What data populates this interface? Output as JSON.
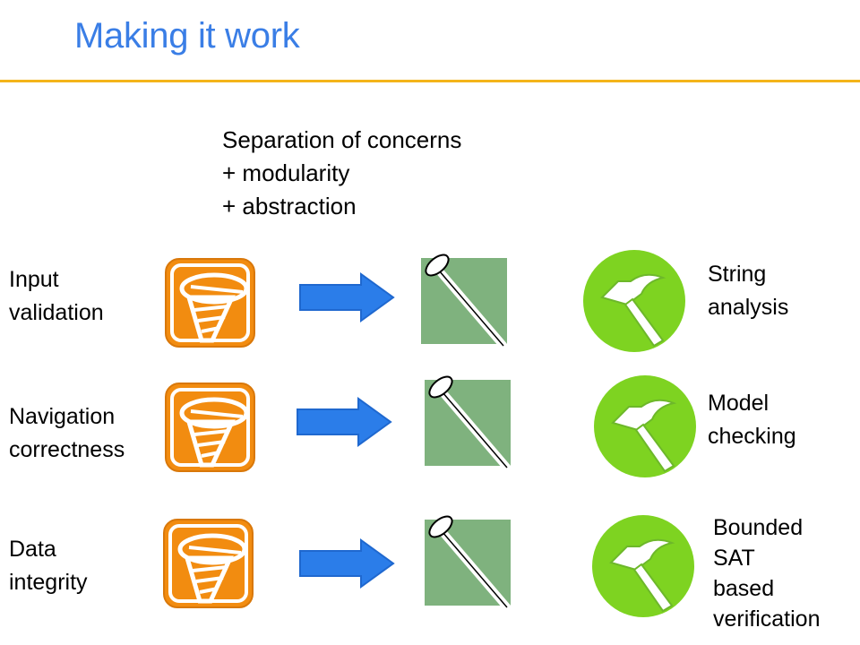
{
  "title": "Making it work",
  "principles": [
    "Separation of concerns",
    "+ modularity",
    "+ abstraction"
  ],
  "rows": [
    {
      "problem": [
        "Input",
        "validation"
      ],
      "technique": [
        "String",
        "analysis"
      ]
    },
    {
      "problem": [
        "Navigation",
        "correctness"
      ],
      "technique": [
        "Model",
        "checking"
      ]
    },
    {
      "problem": [
        "Data",
        "integrity"
      ],
      "technique": [
        "Bounded",
        "SAT",
        "based",
        "verification"
      ]
    }
  ],
  "icons": {
    "problem": "screw-icon",
    "arrow": "arrow-right-icon",
    "reduced": "nail-icon",
    "tool": "hammer-icon"
  },
  "colors": {
    "title": "#3a7ee6",
    "rule": "#f4b41a",
    "screw_tile": "#f28c10",
    "arrow": "#2b7de9",
    "nail_tile": "#7fb27e",
    "hammer_circle": "#7ed321"
  }
}
